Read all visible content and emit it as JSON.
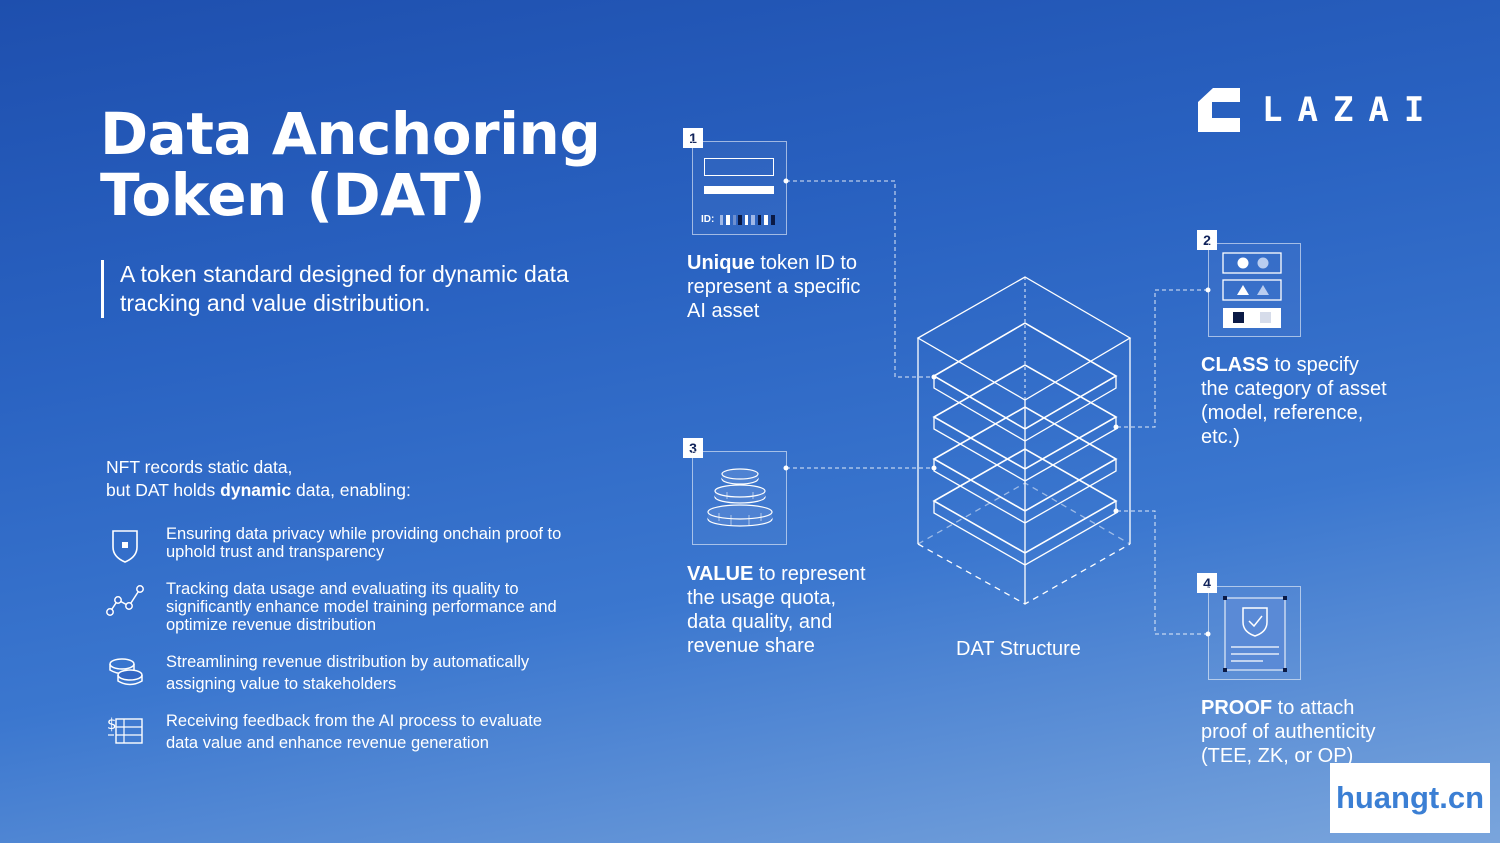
{
  "title_line1": "Data Anchoring",
  "title_line2": "Token (DAT)",
  "subtitle_line1": "A token standard designed for dynamic data",
  "subtitle_line2": "tracking and value distribution.",
  "intro": {
    "line1": "NFT records static data,",
    "line2_prefix": "but DAT holds ",
    "line2_bold": "dynamic",
    "line2_suffix": " data, enabling:"
  },
  "features": [
    {
      "icon": "shield-icon",
      "line1": "Ensuring data privacy while providing onchain proof to",
      "line2": "uphold trust and transparency",
      "line3": ""
    },
    {
      "icon": "graph-icon",
      "line1": "Tracking data usage and evaluating its quality to",
      "line2": "significantly enhance model training performance and",
      "line3": "optimize revenue distribution"
    },
    {
      "icon": "coins-icon",
      "line1": "Streamlining revenue distribution by automatically",
      "line2": "assigning value to stakeholders",
      "line3": ""
    },
    {
      "icon": "dollar-list-icon",
      "line1": "Receiving feedback from the AI process to evaluate",
      "line2": "data value and enhance revenue generation",
      "line3": ""
    }
  ],
  "logo_text": "LAZAI",
  "components": [
    {
      "number": "1",
      "bold": "Unique",
      "rest": " token ID to",
      "line2": "represent a specific",
      "line3": "AI asset",
      "line4": "",
      "card_text": "ID:"
    },
    {
      "number": "2",
      "bold": "CLASS",
      "rest": " to specify",
      "line2": "the category of asset",
      "line3": "(model, reference,",
      "line4": "etc.)"
    },
    {
      "number": "3",
      "bold": "VALUE",
      "rest": " to represent",
      "line2": "the usage quota,",
      "line3": "data quality, and",
      "line4": "revenue share"
    },
    {
      "number": "4",
      "bold": "PROOF",
      "rest": " to attach",
      "line2": "proof of authenticity",
      "line3": "(TEE, ZK, or OP)",
      "line4": ""
    }
  ],
  "structure_caption": "DAT Structure",
  "watermark": "huangt.cn"
}
